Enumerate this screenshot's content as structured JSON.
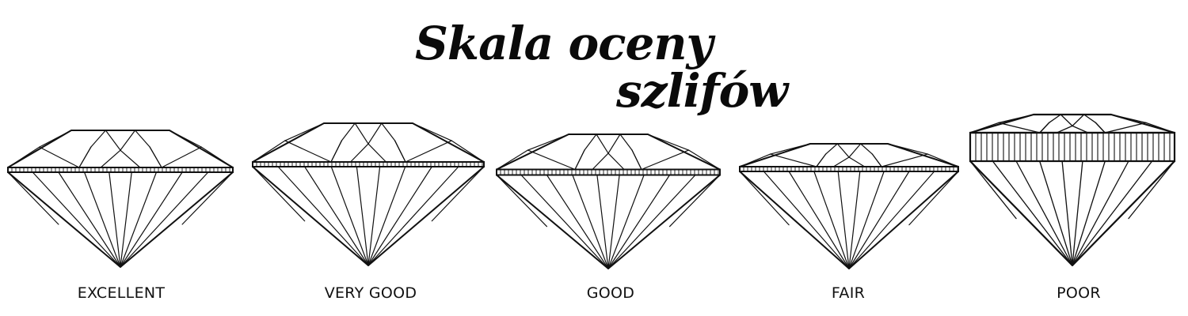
{
  "title": {
    "line1": "Skala oceny",
    "line2": "szlifów"
  },
  "grades": [
    {
      "id": "excellent",
      "label": "EXCELLENT"
    },
    {
      "id": "very-good",
      "label": "VERY GOOD"
    },
    {
      "id": "good",
      "label": "GOOD"
    },
    {
      "id": "fair",
      "label": "FAIR"
    },
    {
      "id": "poor",
      "label": "POOR"
    }
  ],
  "colors": {
    "stroke": "#111111",
    "background": "#ffffff"
  }
}
